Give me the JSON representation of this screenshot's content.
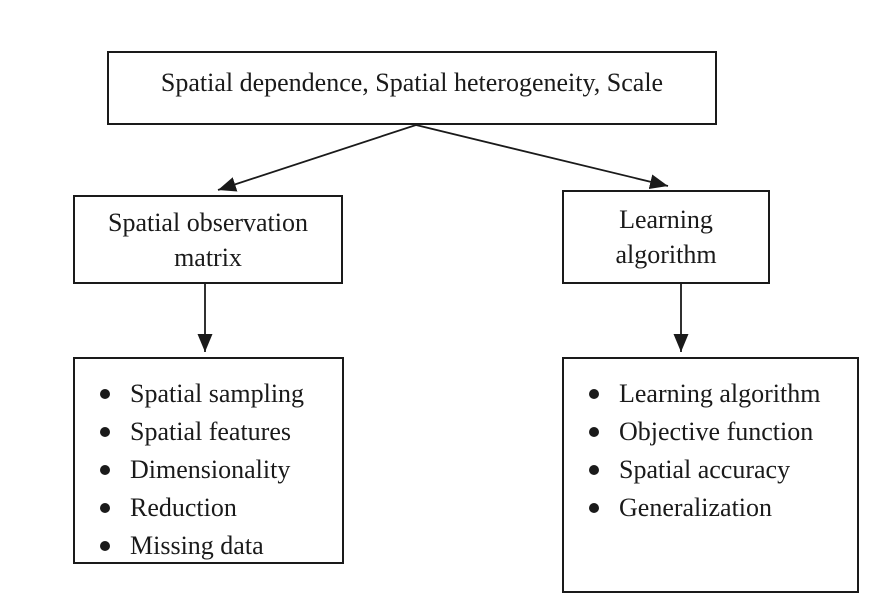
{
  "diagram": {
    "top_box": {
      "text": "Spatial dependence, Spatial heterogeneity, Scale"
    },
    "left_box": {
      "text": "Spatial observation matrix"
    },
    "right_box": {
      "text": "Learning algorithm"
    },
    "left_list": {
      "items": [
        "Spatial sampling",
        "Spatial features",
        "Dimensionality",
        "Reduction",
        "Missing data"
      ]
    },
    "right_list": {
      "items": [
        "Learning algorithm",
        "Objective function",
        "Spatial accuracy",
        "Generalization"
      ]
    },
    "colors": {
      "ink": "#1a1a1a",
      "background": "#ffffff"
    }
  }
}
